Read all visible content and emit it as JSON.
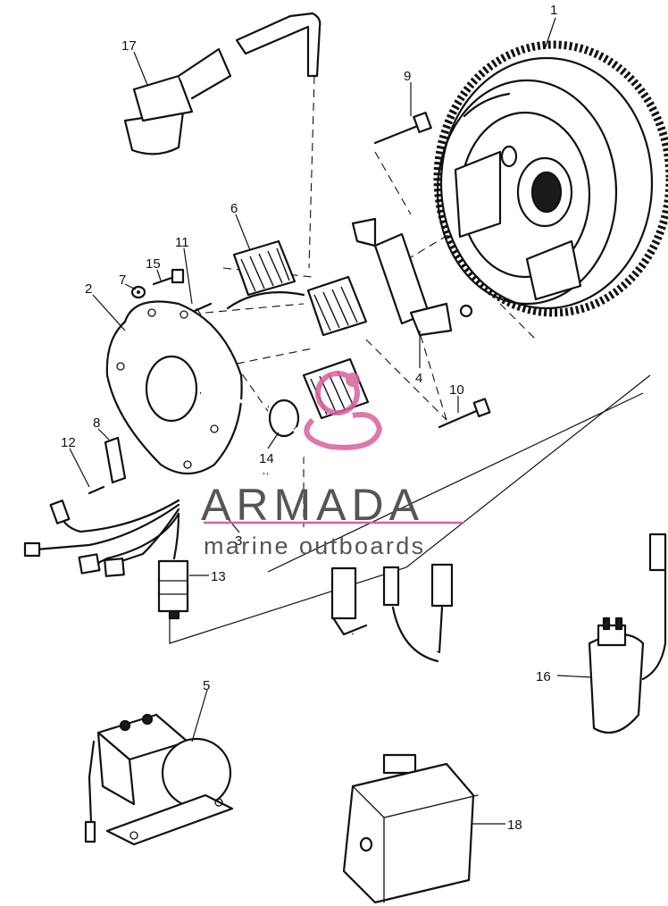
{
  "watermark": {
    "brand": "ARMADA",
    "tagline": "marine outboards",
    "accent_color": "#d8609e",
    "text_color": "#555555"
  },
  "callouts": {
    "c1": "1",
    "c2": "2",
    "c3": "3",
    "c4": "4",
    "c5": "5",
    "c6": "6",
    "c7": "7",
    "c8": "8",
    "c9": "9",
    "c10": "10",
    "c11": "11",
    "c12": "12",
    "c13": "13",
    "c14": "14",
    "c15": "15",
    "c16": "16",
    "c17": "17",
    "c18": "18"
  }
}
